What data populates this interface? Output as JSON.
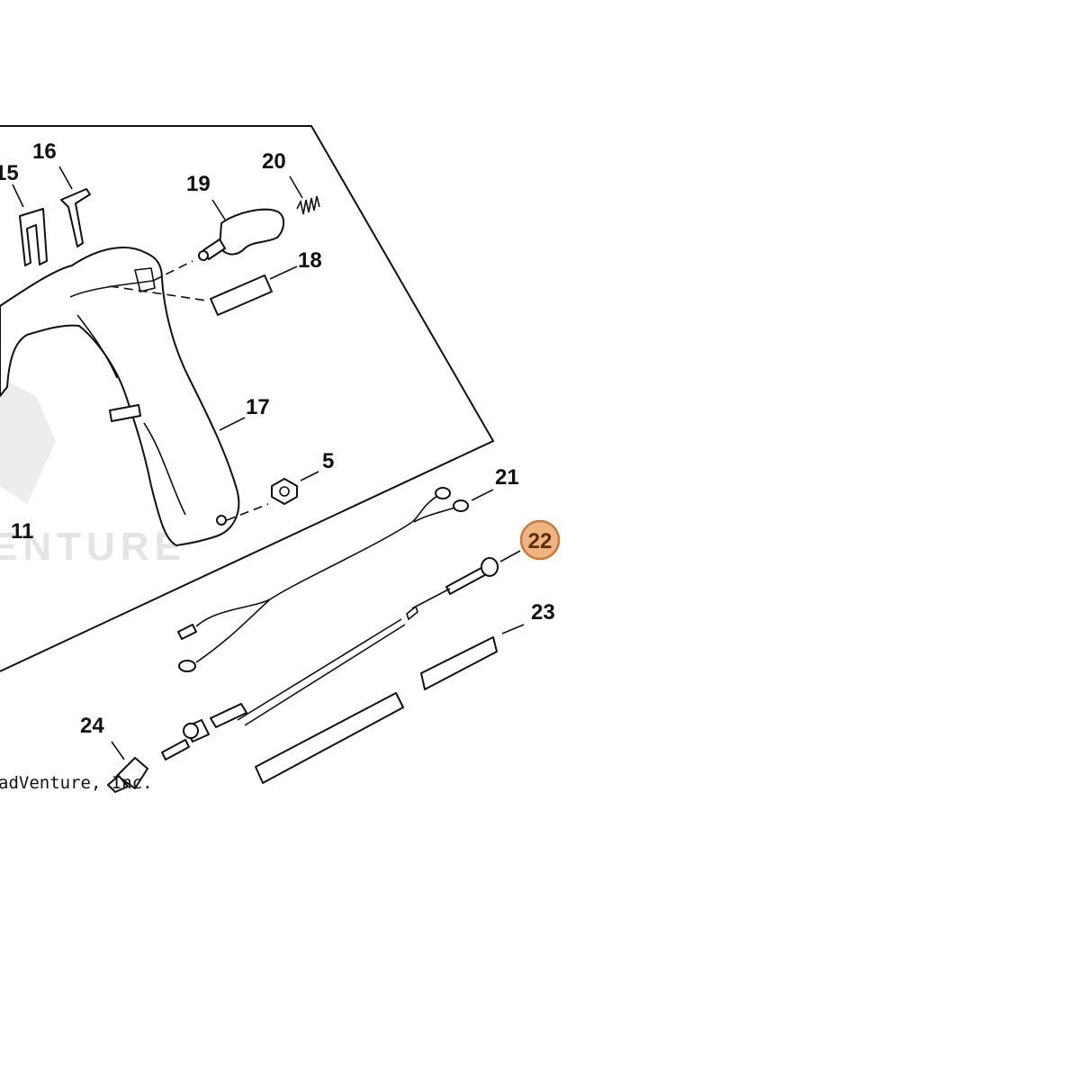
{
  "diagram": {
    "watermark": "ENTURE",
    "copyright": "adVenture, Inc.",
    "highlight_color": "#f0b482",
    "highlight_border": "#c97a3a",
    "callouts": {
      "c15": "15",
      "c16": "16",
      "c19": "19",
      "c20": "20",
      "c18": "18",
      "c17": "17",
      "c5": "5",
      "c11": "11",
      "c21": "21",
      "c22": "22",
      "c23": "23",
      "c24": "24"
    },
    "highlighted_part": "22"
  }
}
